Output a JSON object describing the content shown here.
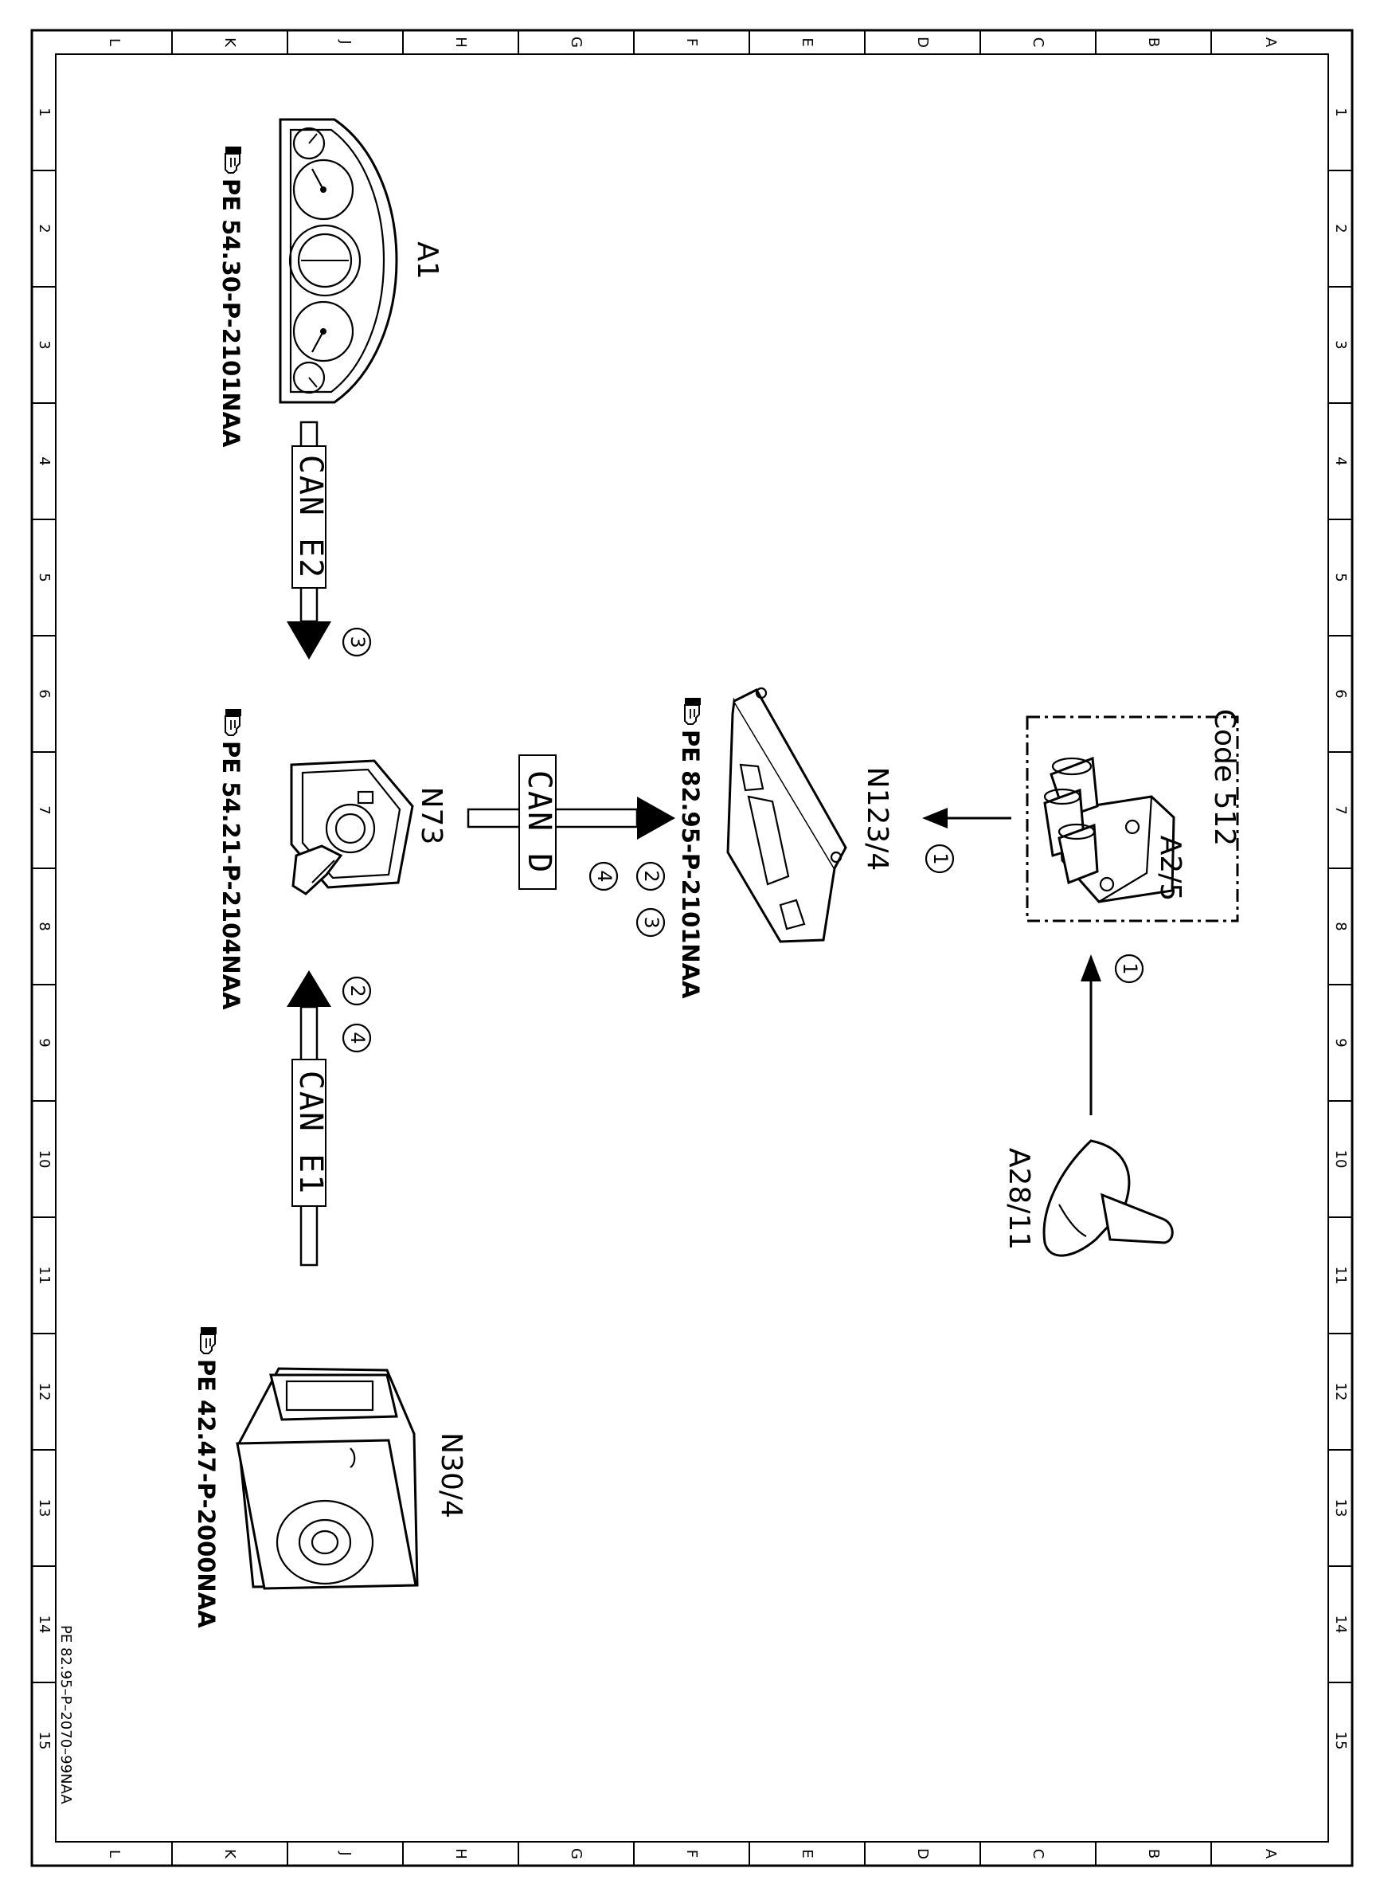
{
  "grid": {
    "columns": [
      "L",
      "K",
      "J",
      "H",
      "G",
      "F",
      "E",
      "D",
      "C",
      "B",
      "A"
    ],
    "rows": [
      "1",
      "2",
      "3",
      "4",
      "5",
      "6",
      "7",
      "8",
      "9",
      "10",
      "11",
      "12",
      "13",
      "14",
      "15"
    ]
  },
  "document_id": "PE 82.95–P–2070–99NAA",
  "components": {
    "a1": {
      "label": "A1",
      "ref": "PE 54.30-P-2101NAA"
    },
    "n73": {
      "label": "N73",
      "ref": "PE 54.21-P-2104NAA"
    },
    "n30_4": {
      "label": "N30/4",
      "ref": "PE 42.47-P-2000NAA"
    },
    "n123_4": {
      "label": "N123/4",
      "ref": "PE 82.95-P-2101NAA"
    },
    "a2_5": {
      "label": "A2/5",
      "code": "Code 512"
    },
    "a28_11": {
      "label": "A28/11"
    }
  },
  "buses": {
    "can_e2": "CAN E2",
    "can_d": "CAN D",
    "can_e1": "CAN E1"
  },
  "markers": {
    "m1": "1",
    "m2": "2",
    "m3": "3",
    "m4": "4"
  },
  "colors": {
    "line": "#000000",
    "background": "#ffffff"
  },
  "icons": {
    "reference": "pointing-hand-icon"
  }
}
